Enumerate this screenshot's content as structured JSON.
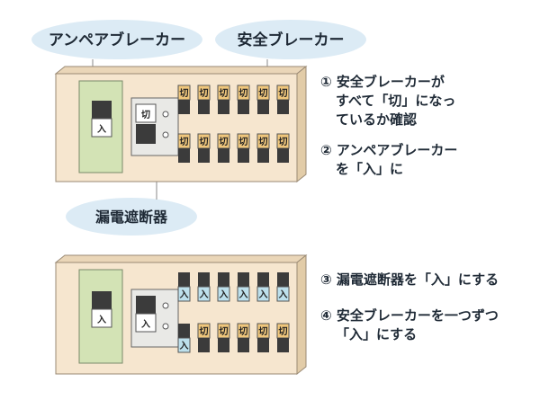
{
  "callouts": {
    "ampere": "アンペアブレーカー",
    "safety": "安全ブレーカー",
    "leakage": "漏電遮断器"
  },
  "switch_text": {
    "off": "切",
    "on": "入"
  },
  "steps": {
    "s1_line1": "① 安全ブレーカーが",
    "s1_line2": "すべて「切」になっ",
    "s1_line3": "ているか確認",
    "s2_line1": "② アンペアブレーカー",
    "s2_line2": "を「入」に",
    "s3_line1": "③ 漏電遮断器を「入」にする",
    "s4_line1": "④ 安全ブレーカーを一つずつ",
    "s4_line2": "「入」にする"
  },
  "panel_top": {
    "ampere_state": "入",
    "leakage_state": "切",
    "row1": [
      "切",
      "切",
      "切",
      "切",
      "切",
      "切"
    ],
    "row2": [
      "切",
      "切",
      "切",
      "切",
      "切",
      "切"
    ]
  },
  "panel_bottom": {
    "ampere_state": "入",
    "leakage_state": "入",
    "row1": [
      "入",
      "入",
      "入",
      "入",
      "入",
      "入"
    ],
    "row2": [
      "入",
      "切",
      "切",
      "切",
      "切",
      "切"
    ]
  },
  "colors": {
    "panel": "#f6e6cf",
    "ampere_box": "#d3e3b5",
    "callout": "#dcebf5",
    "switch_off": "#f0c77c",
    "switch_on": "#bde0ec"
  }
}
